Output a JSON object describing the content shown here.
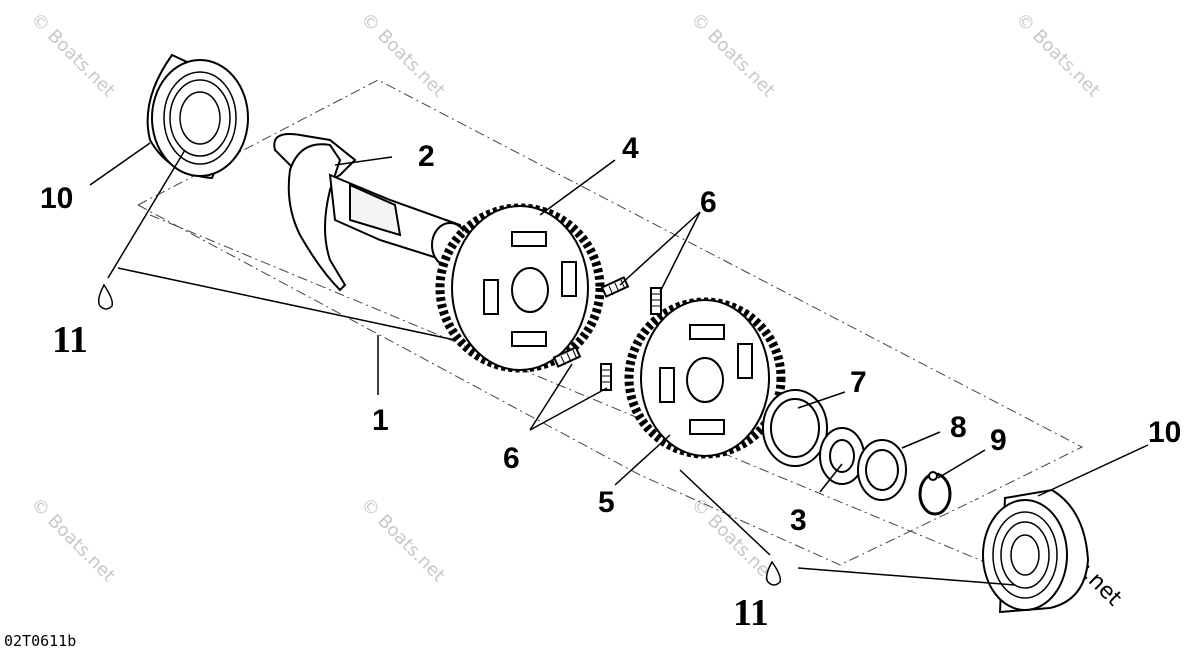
{
  "diagram": {
    "code": "02T0611b",
    "watermark": "© Boats.net",
    "labels": {
      "p1": "1",
      "p2": "2",
      "p3": "3",
      "p4": "4",
      "p5": "5",
      "p6a": "6",
      "p6b": "6",
      "p7": "7",
      "p8": "8",
      "p9": "9",
      "p10a": "10",
      "p10b": "10",
      "p11a": "11",
      "p11b": "11"
    }
  }
}
